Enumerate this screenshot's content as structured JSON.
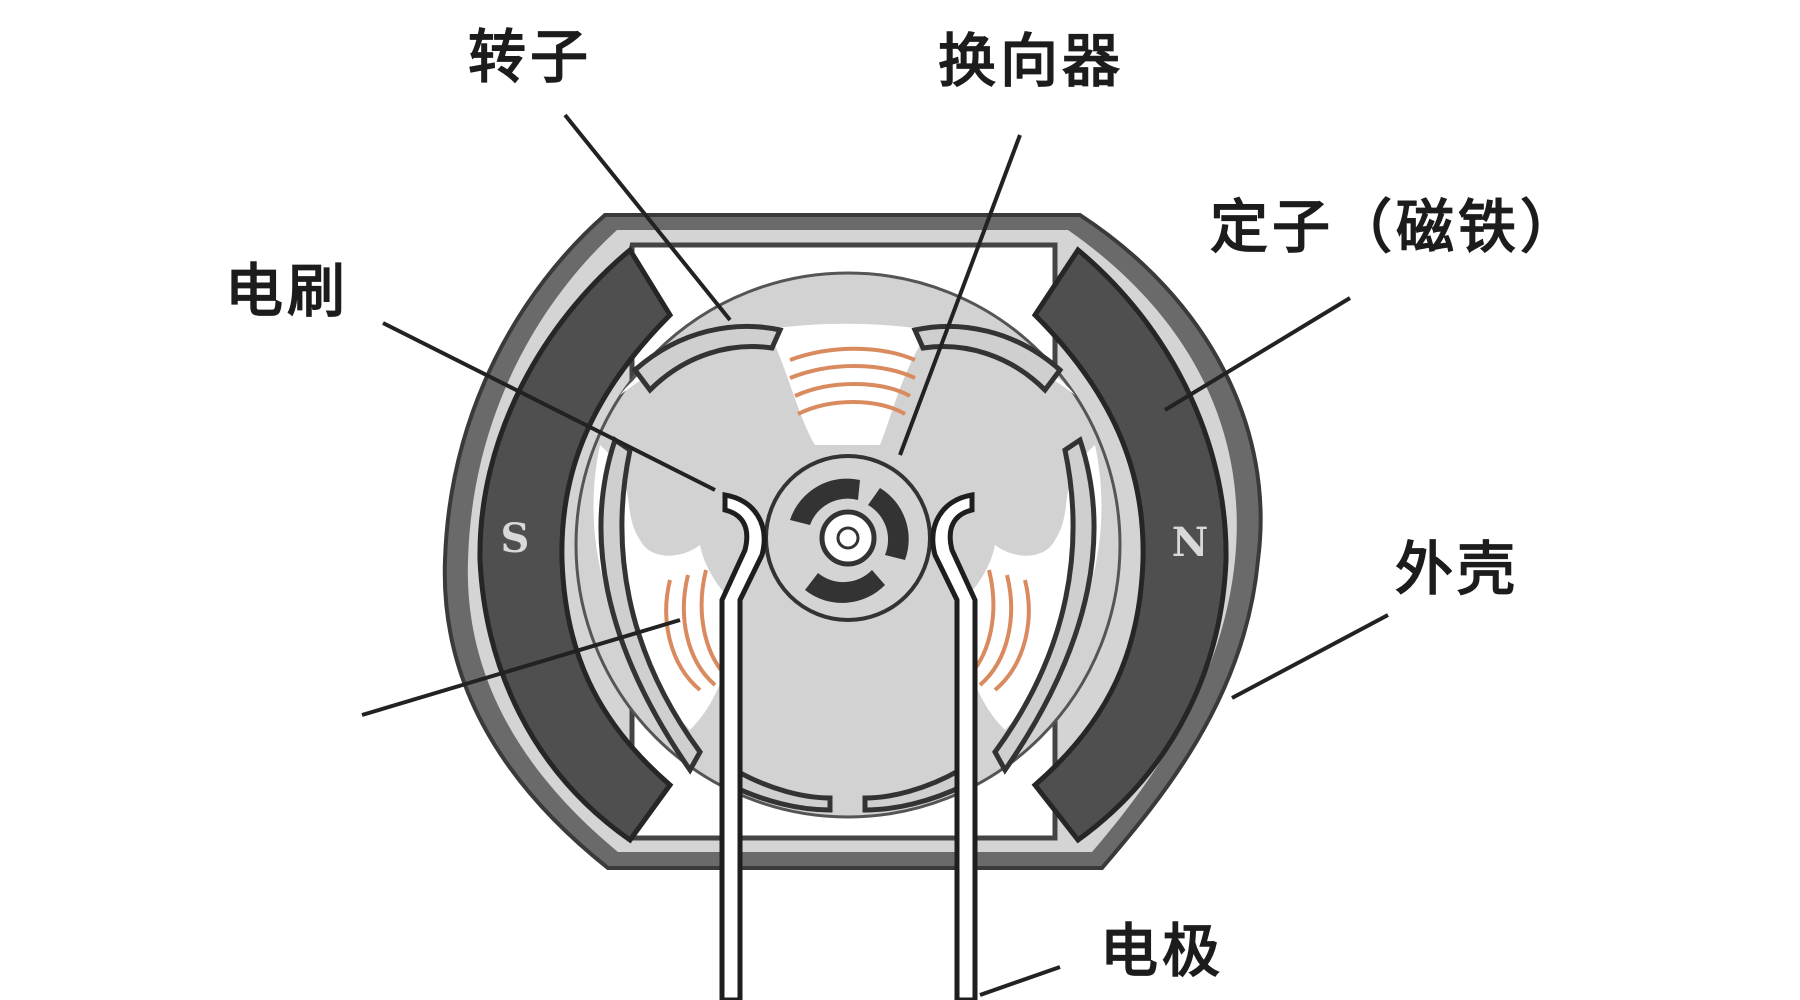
{
  "labels": {
    "rotor": "转子",
    "commutator": "换向器",
    "stator": "定子（磁铁）",
    "brush": "电刷",
    "housing": "外壳",
    "electrode": "电极"
  },
  "poles": {
    "south": "S",
    "north": "N"
  },
  "colors": {
    "housing_frame": "#5a5a5a",
    "housing_inner": "#d6d6d6",
    "magnet": "#4d4d4d",
    "rotor": "#cfcfcf",
    "coil": "#d98a5f",
    "line": "#222222"
  }
}
